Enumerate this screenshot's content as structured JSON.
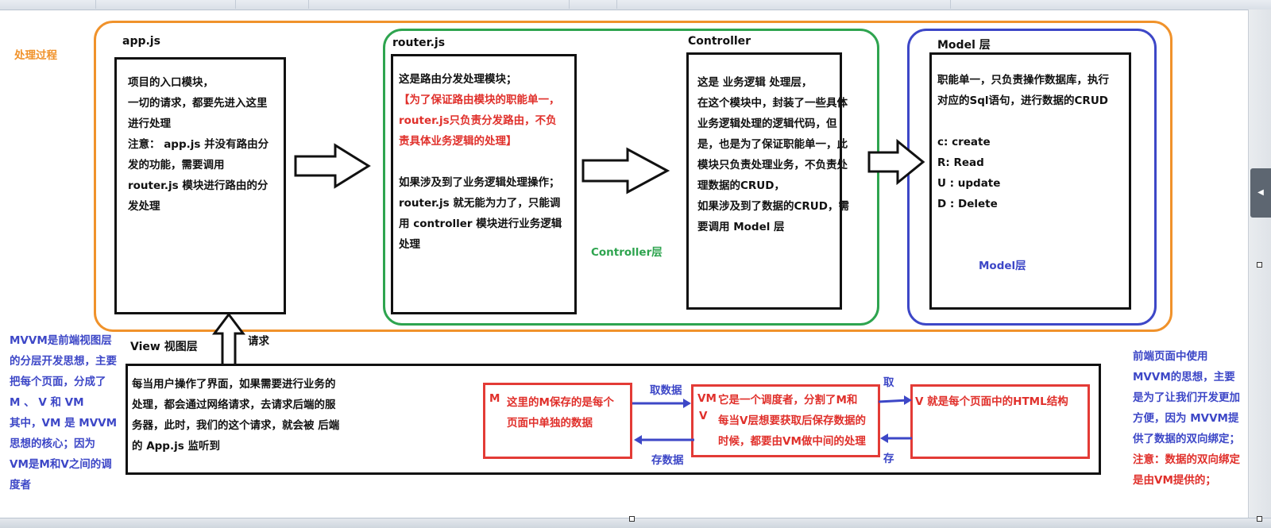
{
  "process_label": "处理过程",
  "app": {
    "title": "app.js",
    "lines": [
      "项目的入口模块，",
      "一切的请求，都要先进入这里",
      "进行处理",
      "注意： app.js 并没有路由分",
      "发的功能，需要调用",
      "router.js 模块进行路由的分",
      "发处理"
    ]
  },
  "router": {
    "title": "router.js",
    "line1": "这是路由分发处理模块；",
    "red_lines": [
      "【为了保证路由模块的职能单一，",
      "router.js只负责分发路由，不负",
      "责具体业务逻辑的处理】"
    ],
    "lines2": [
      "如果涉及到了业务逻辑处理操作；",
      "router.js 就无能为力了，只能调",
      "用 controller 模块进行业务逻辑",
      "处理"
    ]
  },
  "controller": {
    "title": "Controller",
    "layer_label": "Controller层",
    "lines": [
      "这是 业务逻辑 处理层，",
      "在这个模块中，封装了一些具体",
      "业务逻辑处理的逻辑代码，但",
      "是，也是为了保证职能单一，此",
      "模块只负责处理业务，不负责处",
      "理数据的CRUD，",
      "如果涉及到了数据的CRUD，需",
      "要调用 Model 层"
    ]
  },
  "model": {
    "title": "Model 层",
    "layer_label": "Model层",
    "lines": [
      "职能单一，只负责操作数据库，执行",
      "对应的Sql语句，进行数据的CRUD"
    ],
    "crud": [
      "c:  create",
      "R: Read",
      "U : update",
      "D : Delete"
    ]
  },
  "request_label": "请求",
  "view": {
    "title": "View 视图层",
    "lines": [
      "每当用户操作了界面，如果需要进行业务的",
      "处理，都会通过网络请求，去请求后端的服",
      "务器，此时，我们的这个请求，就会被 后端",
      "的 App.js 监听到"
    ]
  },
  "mvvm": {
    "m_letter": "M",
    "m_lines": [
      "这里的M保存的是每个",
      "页面中单独的数据"
    ],
    "vm_letter": "VM",
    "v_letter": "V",
    "vm_lines": [
      "它是一个调度者，分割了M和",
      "每当V层想要获取后保存数据的",
      "时候，都要由VM做中间的处理"
    ],
    "v_text": "V  就是每个页面中的HTML结构",
    "fetch_data": "取数据",
    "save_data": "存数据",
    "fetch": "取",
    "save": "存"
  },
  "left_note": [
    "MVVM是前端视图层",
    "的分层开发思想，主要",
    "把每个页面，分成了",
    "M 、 V 和 VM",
    "其中，VM 是 MVVM",
    "思想的核心；因为",
    "VM是M和V之间的调",
    "度者"
  ],
  "right_note_blue": [
    "前端页面中使用",
    "MVVM的思想，主要",
    "是为了让我们开发更加",
    "方便，因为 MVVM提",
    "供了数据的双向绑定；"
  ],
  "right_note_red": [
    "注意：数据的双向绑定",
    "是由VM提供的；"
  ],
  "colors": {
    "orange": "#f0922b",
    "green": "#2ea44f",
    "blue": "#3d47c7",
    "red": "#e0302b"
  }
}
